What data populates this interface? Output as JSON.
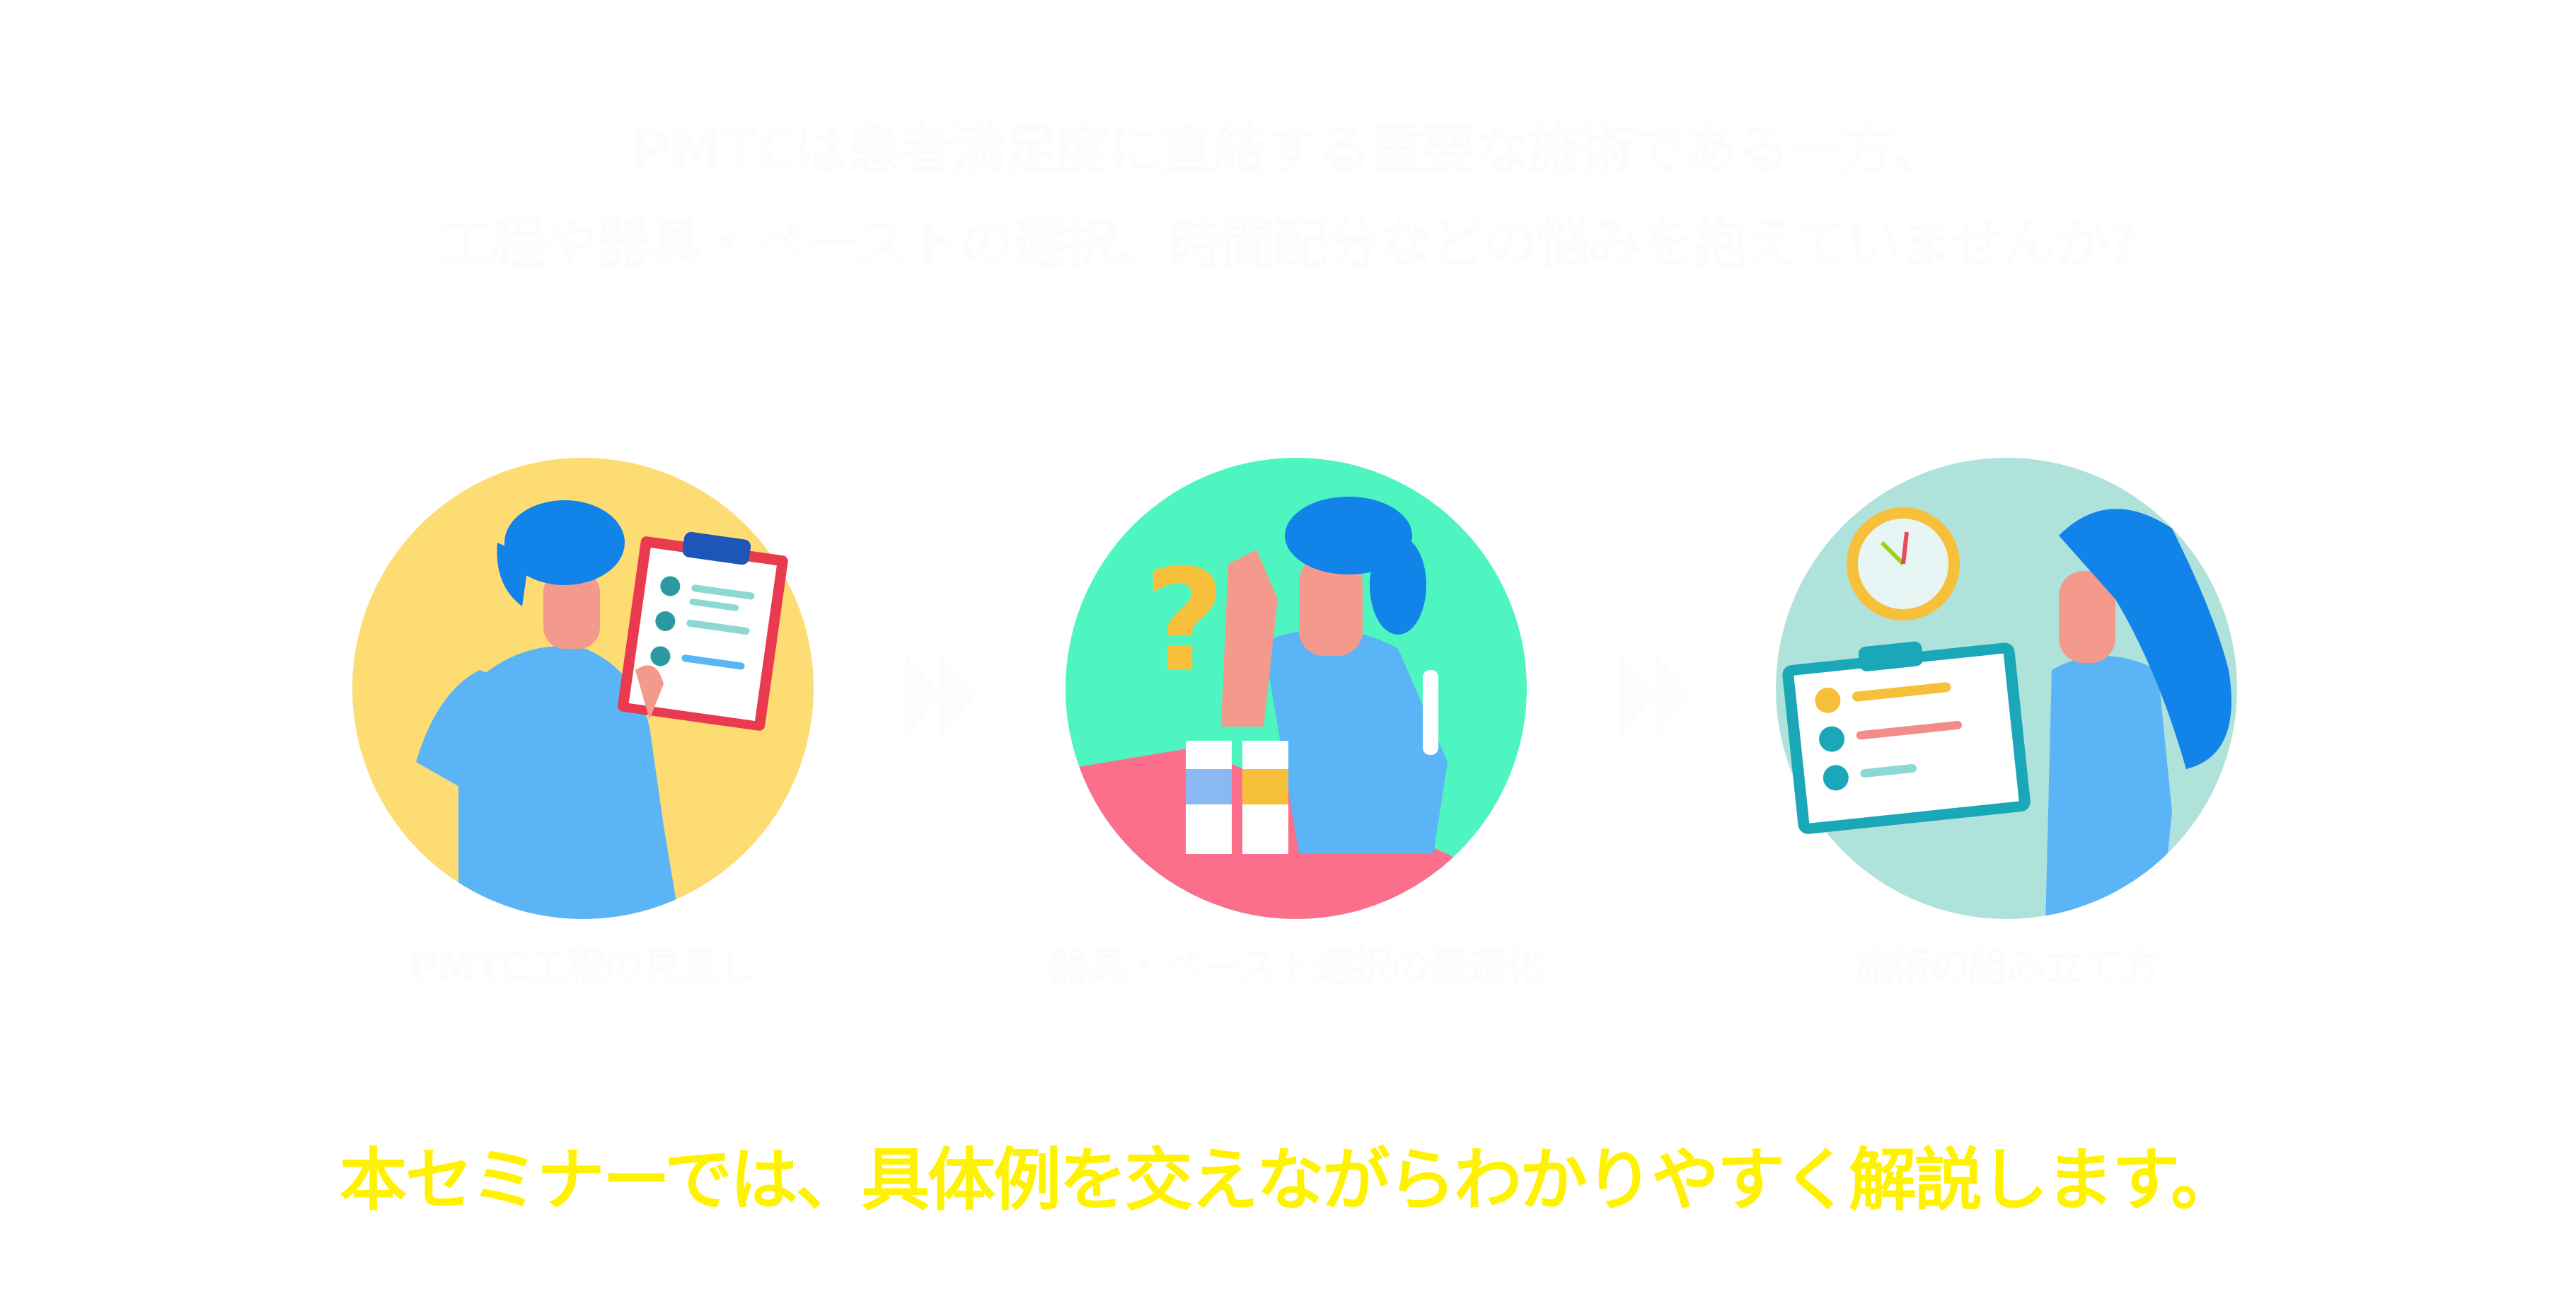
{
  "intro": {
    "line1": "PMTCは患者満足度に直結する重要な施術である一方、",
    "line2": "工程や器具・ペーストの選択、時間配分などの悩みを抱えていませんか?"
  },
  "steps": [
    {
      "label": "PMTC工程の見直し",
      "circle_color": "#fedc74",
      "icon": "clipboard-checklist-illustration"
    },
    {
      "label": "器具・ペースト選択の最適化",
      "circle_color": "#4ef5c1",
      "icon": "question-paste-illustration"
    },
    {
      "label": "施術の組み立て方",
      "circle_color": "#b0e2dc",
      "icon": "clock-checklist-illustration"
    }
  ],
  "arrow_icon": "double-chevron-right",
  "cta": "本セミナーでは、具体例を交えながらわかりやすく解説します。",
  "colors": {
    "headline": "#fcfcfc",
    "cta": "#fff200",
    "hair": "#1283e8",
    "shirt": "#5ab4f5",
    "skin": "#f49a8c"
  }
}
